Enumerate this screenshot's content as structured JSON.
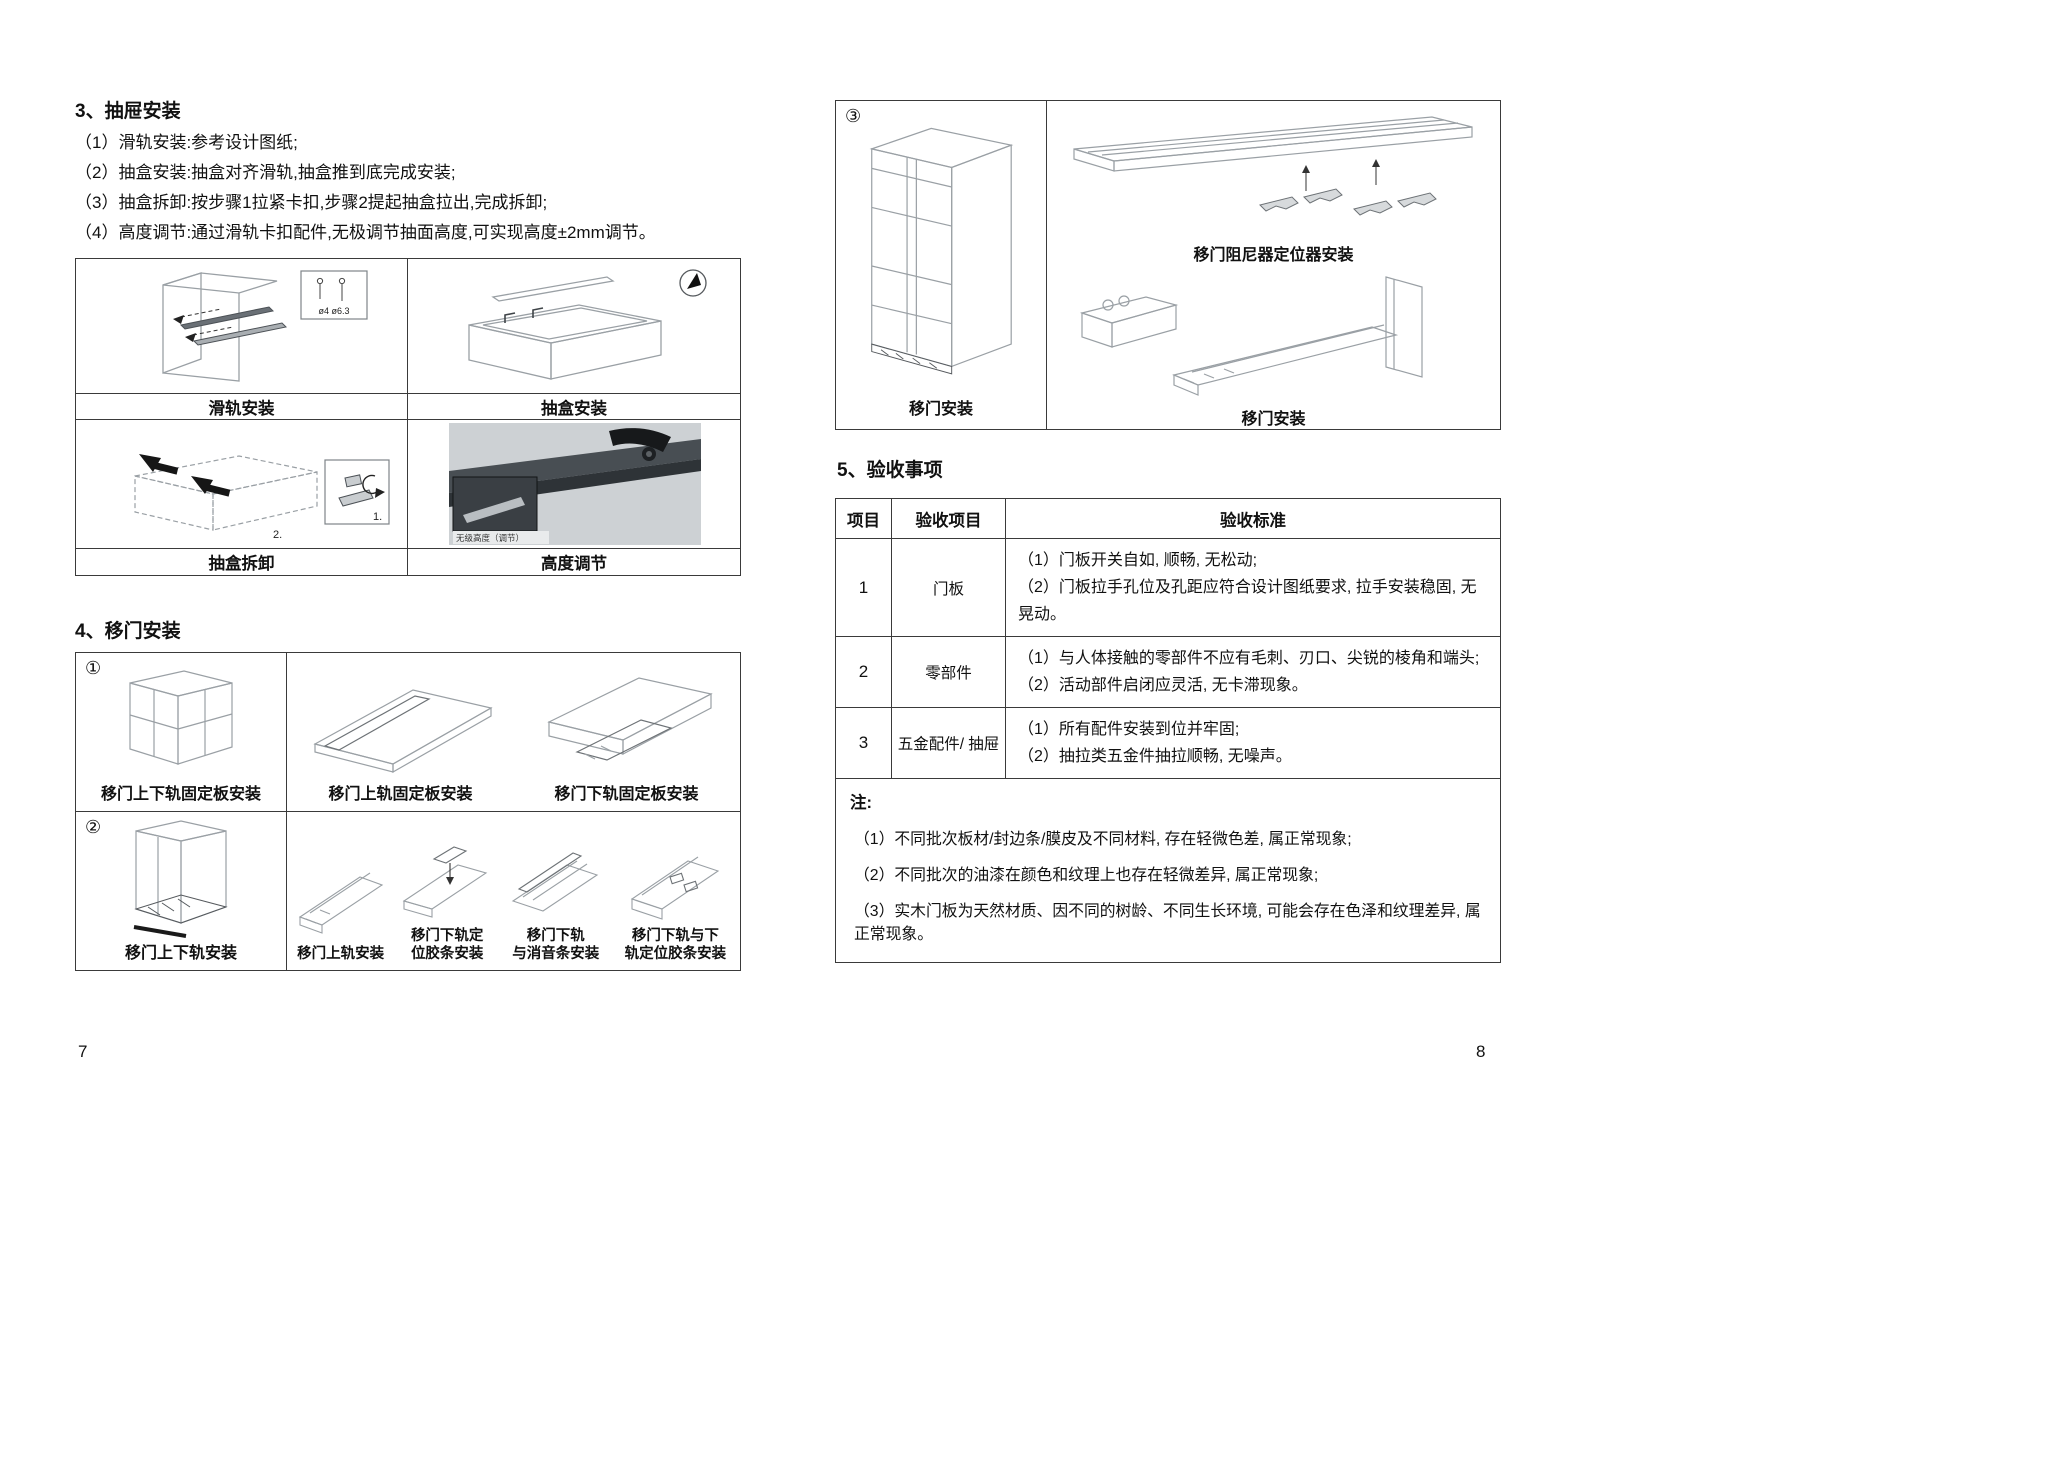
{
  "p7": {
    "s3": {
      "title": "3、抽屉安装",
      "steps": [
        "（1）滑轨安装:参考设计图纸;",
        "（2）抽盒安装:抽盒对齐滑轨,抽盒推到底完成安装;",
        "（3）抽盒拆卸:按步骤1拉紧卡扣,步骤2提起抽盒拉出,完成拆卸;",
        "（4）高度调节:通过滑轨卡扣配件,无极调节抽面高度,可实现高度±2mm调节。"
      ],
      "labels": [
        "滑轨安装",
        "抽盒安装",
        "抽盒拆卸",
        "高度调节"
      ],
      "screw_label": "ø4  ø6.3",
      "step1": "1.",
      "step2": "2.",
      "height_caption": "无级高度（调节）"
    },
    "s4": {
      "title": "4、移门安装",
      "n1": "①",
      "label1": "移门上下轨固定板安装",
      "top_label": "移门上轨固定板安装",
      "bottom_label": "移门下轨固定板安装",
      "n2": "②",
      "label2": "移门上下轨安装",
      "subs": [
        "移门上轨安装",
        "移门下轨定\n位胶条安装",
        "移门下轨\n与消音条安装",
        "移门下轨与下\n轨定位胶条安装"
      ]
    },
    "page_number": "7"
  },
  "p8": {
    "s4": {
      "n3": "③",
      "wardrobe_label": "移门安装",
      "damper_label": "移门阻尼器定位器安装",
      "rail_label": "移门安装"
    },
    "s5": {
      "title": "5、验收事项",
      "headers": [
        "项目",
        "验收项目",
        "验收标准"
      ],
      "rows": [
        {
          "num": "1",
          "item": "门板",
          "std1": "（1）门板开关自如, 顺畅, 无松动;",
          "std2": "（2）门板拉手孔位及孔距应符合设计图纸要求, 拉手安装稳固, 无晃动。"
        },
        {
          "num": "2",
          "item": "零部件",
          "std1": "（1）与人体接触的零部件不应有毛刺、刃口、尖锐的棱角和端头;",
          "std2": "（2）活动部件启闭应灵活, 无卡滞现象。"
        },
        {
          "num": "3",
          "item": "五金配件/ 抽屉",
          "std1": "（1）所有配件安装到位并牢固;",
          "std2": "（2）抽拉类五金件抽拉顺畅, 无噪声。"
        }
      ],
      "note_title": "注:",
      "notes": [
        "（1）不同批次板材/封边条/膜皮及不同材料, 存在轻微色差, 属正常现象;",
        "（2）不同批次的油漆在颜色和纹理上也存在轻微差异, 属正常现象;",
        "（3）实木门板为天然材质、因不同的树龄、不同生长环境, 可能会存在色泽和纹理差异, 属正常现象。"
      ]
    },
    "page_number": "8"
  }
}
